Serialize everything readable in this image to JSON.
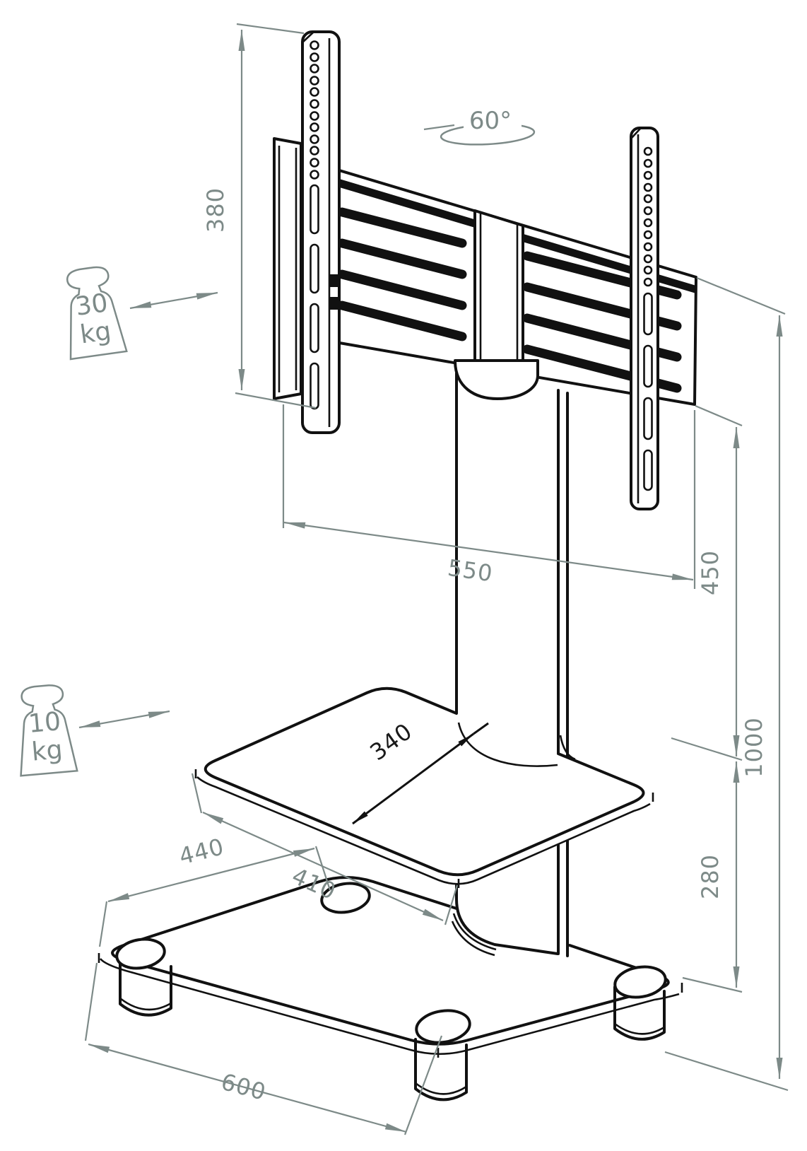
{
  "diagram": {
    "dimensions": {
      "bracket_height": "380",
      "bracket_width": "550",
      "upper_column": "450",
      "shelf_depth": "340",
      "shelf_width": "410",
      "base_depth": "440",
      "base_width": "600",
      "lower_column": "280",
      "total_height": "1000"
    },
    "swivel_angle": "60°",
    "loads": {
      "mount": {
        "value": "30",
        "unit": "kg"
      },
      "shelf": {
        "value": "10",
        "unit": "kg"
      }
    },
    "colors": {
      "line": "#111111",
      "dimension": "#7d8a88"
    }
  }
}
